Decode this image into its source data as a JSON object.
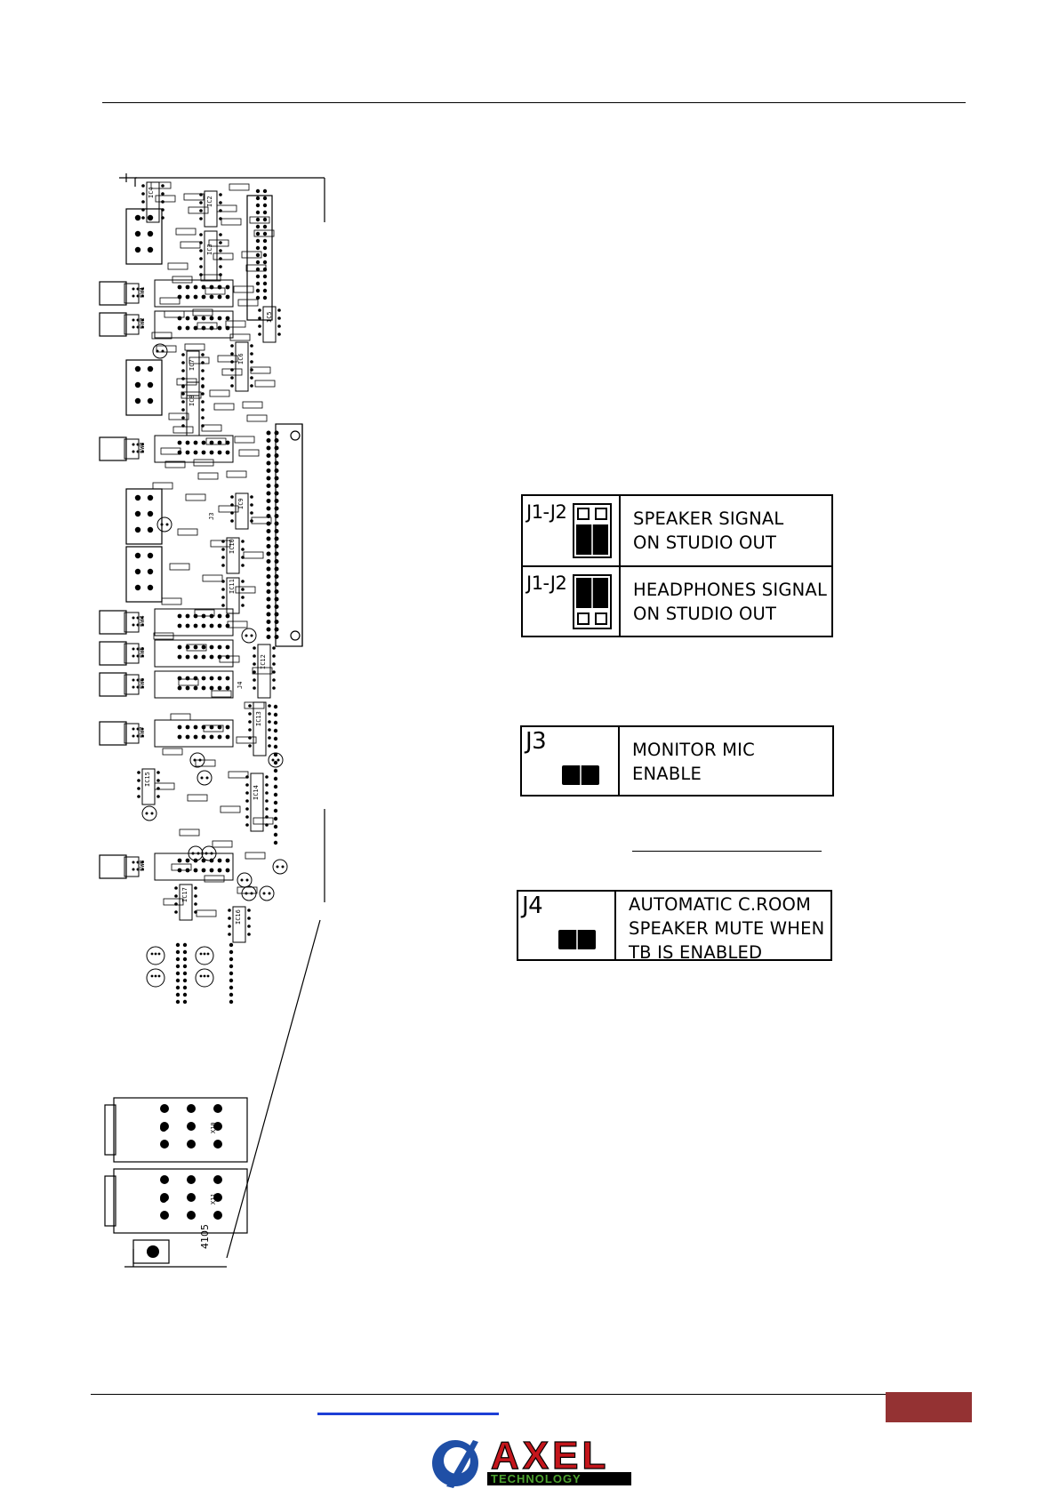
{
  "jumpers": [
    {
      "rows": [
        {
          "id": "J1-J2",
          "description": "SPEAKER SIGNAL\nON STUDIO OUT"
        },
        {
          "id": "J1-J2",
          "description": "HEADPHONES SIGNAL\nON STUDIO OUT"
        }
      ]
    },
    {
      "rows": [
        {
          "id": "J3",
          "description": "MONITOR MIC\nENABLE"
        }
      ]
    },
    {
      "rows": [
        {
          "id": "J4",
          "description": "AUTOMATIC C.ROOM\nSPEAKER MUTE WHEN\nTB IS ENABLED"
        }
      ]
    }
  ],
  "pcb": {
    "board_code": "4105",
    "labels": [
      "IC4",
      "IC2",
      "IC3",
      "IC5",
      "IC6",
      "IC7",
      "IC8",
      "IC9",
      "IC10",
      "IC11",
      "IC12",
      "IC13",
      "IC14",
      "IC15",
      "IC16",
      "IC17",
      "SW1",
      "SW2",
      "SW3",
      "SW4",
      "SW5",
      "SW6",
      "SW7",
      "SW8",
      "X10",
      "X11",
      "J3",
      "J4"
    ]
  },
  "logo": {
    "brand": "AXEL",
    "tagline": "TECHNOLOGY",
    "colors": {
      "red": "#c4161c",
      "blue": "#1f4fa6",
      "green": "#4da32f"
    }
  },
  "colors": {
    "footer_box": "#943233",
    "footer_link": "#1d3fd6"
  }
}
